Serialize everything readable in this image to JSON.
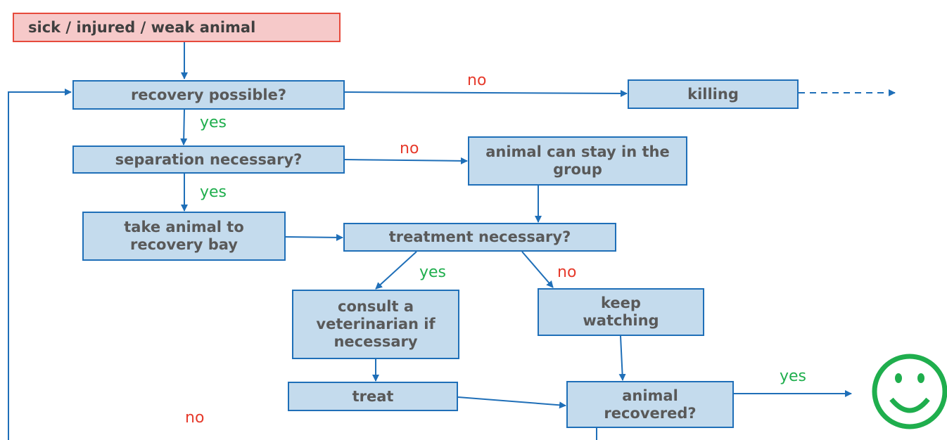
{
  "nodes": {
    "start": "sick / injured / weak animal",
    "recovery_possible": "recovery possible?",
    "killing": "killing",
    "separation_necessary": "separation necessary?",
    "stay_in_group": "animal can stay in the group",
    "recovery_bay": "take animal to recovery bay",
    "treatment_necessary": "treatment necessary?",
    "consult_vet": "consult a veterinarian if necessary",
    "keep_watching": "keep watching",
    "treat": "treat",
    "animal_recovered": "animal recovered?"
  },
  "edge_labels": {
    "recovery_no": "no",
    "recovery_yes": "yes",
    "separation_no": "no",
    "separation_yes": "yes",
    "treatment_yes": "yes",
    "treatment_no": "no",
    "recovered_yes": "yes",
    "recovered_no": "no"
  },
  "outcome_icon": "smiley-face-icon",
  "colors": {
    "node_fill": "#c4dbed",
    "node_border": "#1f6fb8",
    "start_fill": "#f6c9c9",
    "start_border": "#e64a3c",
    "arrow": "#1f6fb8",
    "yes": "#1fae4d",
    "no": "#e63a2b",
    "smiley": "#1fae4d"
  }
}
